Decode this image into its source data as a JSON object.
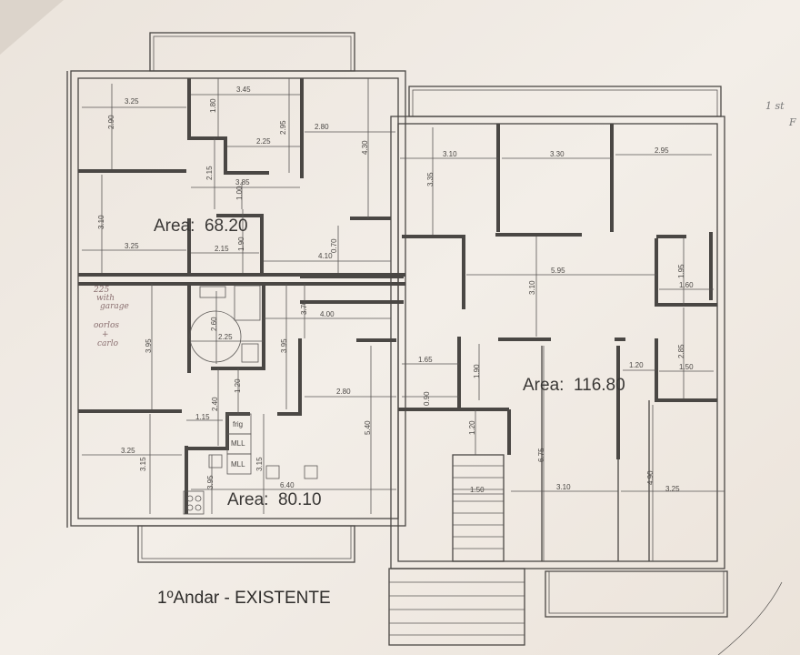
{
  "title": "1ºAndar - EXISTENTE",
  "areas": [
    "Area:  68.20",
    "Area:  80.10",
    "Area:  116.80"
  ],
  "fixtures": {
    "fridge": "frig",
    "mll1": "MLL",
    "mll2": "MLL"
  },
  "handwritten": {
    "note_line1": "225",
    "note_line2": "with",
    "note_line3": "garage",
    "note_line4": "oorlos",
    "note_line5": "+",
    "note_line6": "carlo",
    "top_right_1": "1 st",
    "top_right_2": "F"
  },
  "dims": [
    "3.25",
    "2.90",
    "3.45",
    "1.80",
    "2.95",
    "2.25",
    "2.80",
    "4.30",
    "2.15",
    "3.85",
    "1.00",
    "3.10",
    "3.25",
    "2.15",
    "1.90",
    "0.70",
    "4.10",
    "3.70",
    "4.00",
    "2.60",
    "2.25",
    "3.95",
    "3.95",
    "1.20",
    "2.40",
    "1.15",
    "2.80",
    "5.40",
    "3.25",
    "3.15",
    "3.95",
    "3.15",
    "6.40",
    "3.10",
    "3.30",
    "2.95",
    "3.35",
    "5.95",
    "3.10",
    "1.95",
    "1.60",
    "2.85",
    "1.20",
    "1.50",
    "1.65",
    "1.90",
    "0.90",
    "1.20",
    "6.75",
    "3.10",
    "4.90",
    "3.25",
    "1.50"
  ],
  "colors": {
    "paper": "#eee7df",
    "ink": "#4a4744"
  }
}
